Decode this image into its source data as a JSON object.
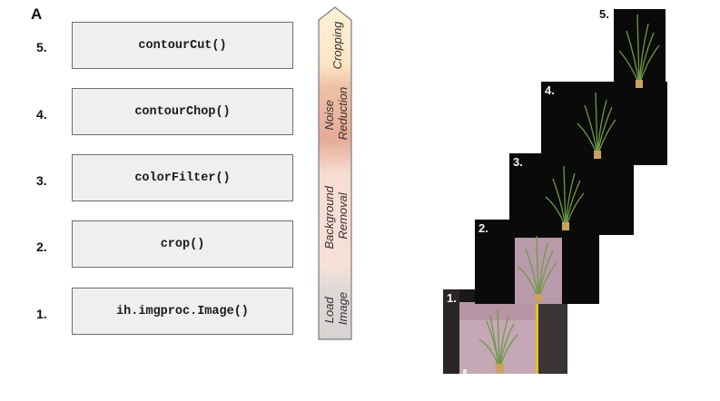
{
  "panel_label": "A",
  "steps": [
    {
      "num": "5.",
      "func": "contourCut()"
    },
    {
      "num": "4.",
      "func": "contourChop()"
    },
    {
      "num": "3.",
      "func": "colorFilter()"
    },
    {
      "num": "2.",
      "func": "crop()"
    },
    {
      "num": "1.",
      "func": "ih.imgproc.Image()"
    }
  ],
  "stages": [
    {
      "name": "cropping",
      "lines": [
        "Cropping"
      ],
      "color": "#fcebc9"
    },
    {
      "name": "noise-reduction",
      "lines": [
        "Noise",
        "Reduction"
      ],
      "color": "#e8b4a0"
    },
    {
      "name": "background-removal",
      "lines": [
        "Background",
        "Removal"
      ],
      "color": "#fae3da"
    },
    {
      "name": "load-image",
      "lines": [
        "Load",
        "Image"
      ],
      "color": "#d9d6d4"
    }
  ],
  "photos": [
    {
      "num": "1."
    },
    {
      "num": "2."
    },
    {
      "num": "3."
    },
    {
      "num": "4."
    },
    {
      "num": "5."
    }
  ],
  "colors": {
    "box_fill": "#efefed",
    "box_border": "#6d6d6d",
    "photo_background": "#0b0a0b",
    "pink_backdrop": "#c7a6b4",
    "ruler_yellow": "#e4c21c",
    "leaf_green": "#6d9a48"
  }
}
